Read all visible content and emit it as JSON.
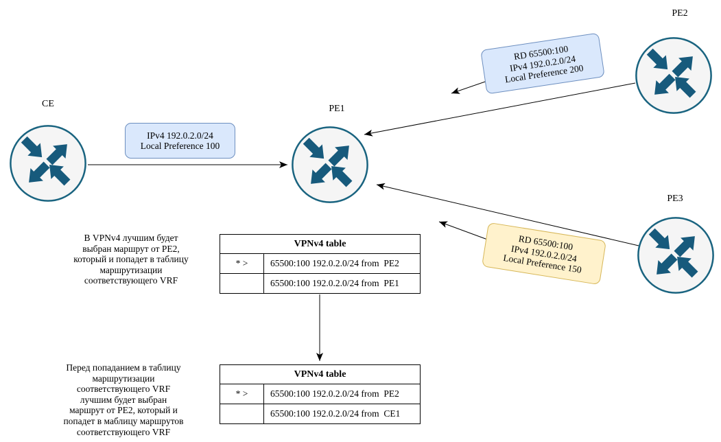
{
  "colors": {
    "router_stroke": "#1a6480",
    "router_fill": "#f5f5f5",
    "router_arrow": "#175a7c",
    "callout_blue_fill": "#dae8fc",
    "callout_blue_border": "#6c8ebf",
    "callout_yellow_fill": "#fff2cc",
    "callout_yellow_border": "#d6b656"
  },
  "routers": [
    {
      "label": "CE"
    },
    {
      "label": "PE1"
    },
    {
      "label": "PE2"
    },
    {
      "label": "PE3"
    }
  ],
  "callouts": {
    "ce_pe1": {
      "lines": [
        "IPv4 192.0.2.0/24",
        "Local Preference 100"
      ]
    },
    "pe2_pe1": {
      "lines": [
        "RD 65500:100",
        "IPv4 192.0.2.0/24",
        "Local Preference 200"
      ]
    },
    "pe3_pe1": {
      "lines": [
        "RD 65500:100",
        "IPv4 192.0.2.0/24",
        "Local Preference 150"
      ]
    }
  },
  "notes": {
    "top": {
      "lines": [
        "В VPNv4 лучшим будет",
        "выбран маршрут от PE2,",
        "который и попадет в таблицу",
        "маршрутизации",
        "соответствующего VRF"
      ]
    },
    "bottom": {
      "lines": [
        "Перед попаданием в таблицу",
        "маршрутизации",
        "соответствующего VRF",
        "лучшим будет выбран",
        "маршрут от PE2, который и",
        "попадет в маблицу маршрутов",
        "соответствующего VRF"
      ]
    }
  },
  "tables": [
    {
      "title": "VPNv4 table",
      "rows": [
        {
          "flag": "* >",
          "route": "65500:100 192.0.2.0/24 from  PE2"
        },
        {
          "flag": "",
          "route": "65500:100 192.0.2.0/24 from  PE1"
        }
      ]
    },
    {
      "title": "VPNv4 table",
      "rows": [
        {
          "flag": "* >",
          "route": "65500:100 192.0.2.0/24 from  PE2"
        },
        {
          "flag": "",
          "route": "65500:100 192.0.2.0/24 from  CE1"
        }
      ]
    }
  ]
}
